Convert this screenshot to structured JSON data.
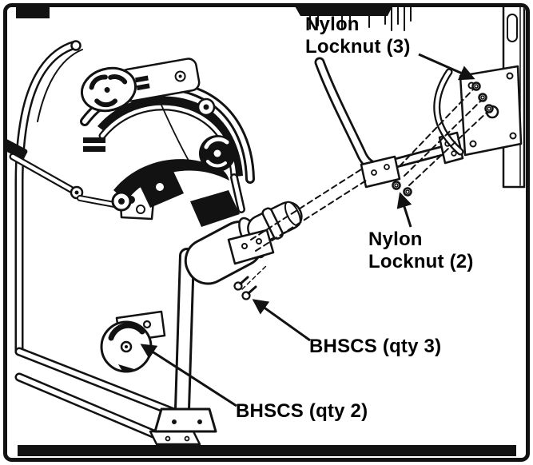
{
  "figure": {
    "type": "exercise-machine-assembly-diagram",
    "labels": {
      "nylon_locknut_3": "Nylon\nLocknut (3)",
      "nylon_locknut_2": "Nylon\nLocknut (2)",
      "bhscs_qty_3": "BHSCS (qty 3)",
      "bhscs_qty_2": "BHSCS (qty 2)"
    },
    "colors": {
      "line": "#121212",
      "background": "#ffffff"
    }
  }
}
